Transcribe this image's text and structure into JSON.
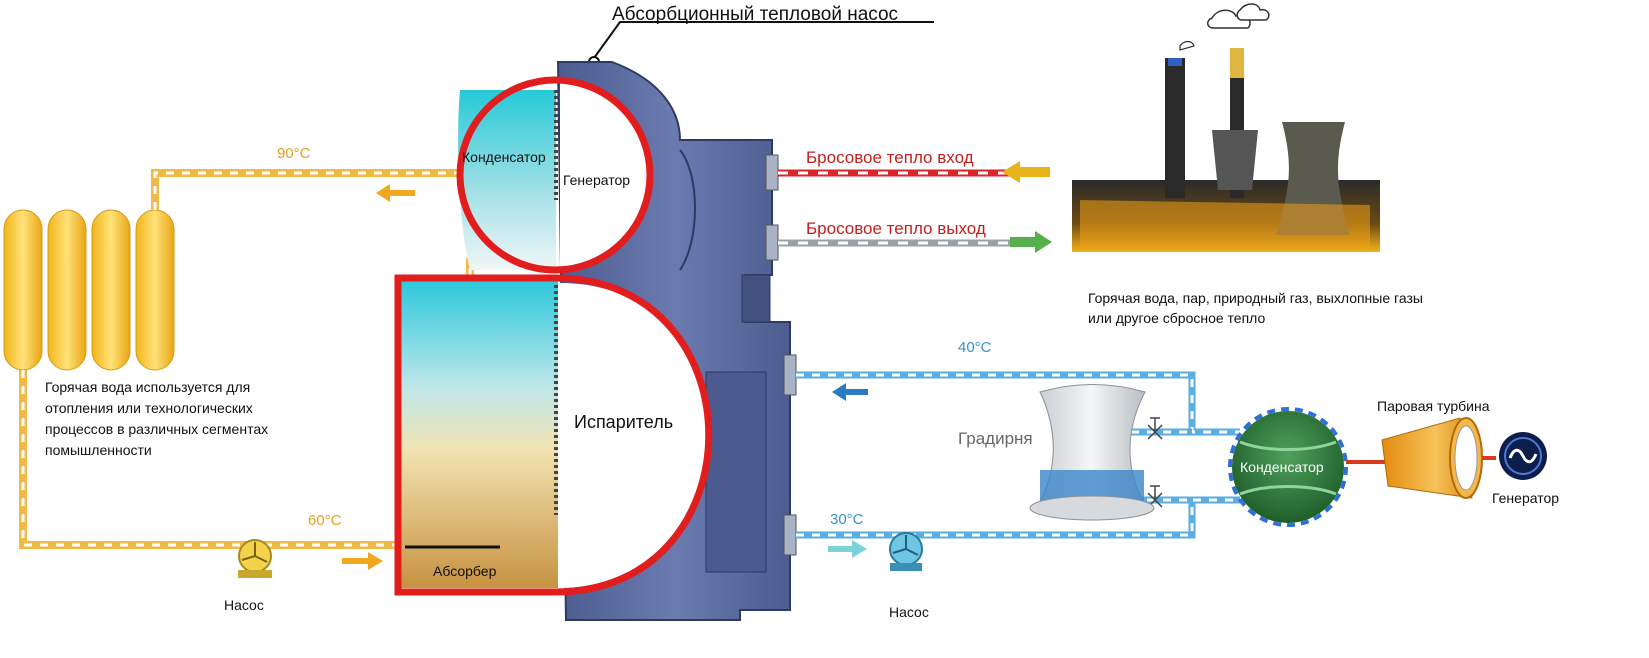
{
  "title": "Абсорбционный тепловой насос",
  "labels": {
    "condenser_top": "Конденсатор",
    "generator_inner": "Генератор",
    "evaporator": "Испаритель",
    "absorber": "Абсорбер",
    "waste_in": "Бросовое тепло вход",
    "waste_out": "Бросовое тепло выход",
    "waste_sources": [
      "Горячая вода, пар, природный газ, выхлопные газы",
      "или другое сбросное тепло"
    ],
    "hot_water_use": [
      "Горячая вода используется для",
      "отопления или технологических",
      "процессов в различных сегментах",
      "помышленности"
    ],
    "pump_left": "Насос",
    "pump_right": "Насос",
    "cooling_tower": "Градирня",
    "condenser_right": "Конденсатор",
    "steam_turbine": "Паровая турбина",
    "generator_right": "Генератор"
  },
  "temperatures": {
    "t90": "90°C",
    "t60": "60°C",
    "t40": "40°C",
    "t30": "30°C"
  },
  "colors": {
    "hot_pipe": "#e8a62a",
    "cold_pipe": "#4aa3dc",
    "waste_in_pipe": "#d8262a",
    "highlight_red": "#e21d1d",
    "machine_body": "#5a6aa0",
    "condenser_green": "#2d7a3a"
  }
}
